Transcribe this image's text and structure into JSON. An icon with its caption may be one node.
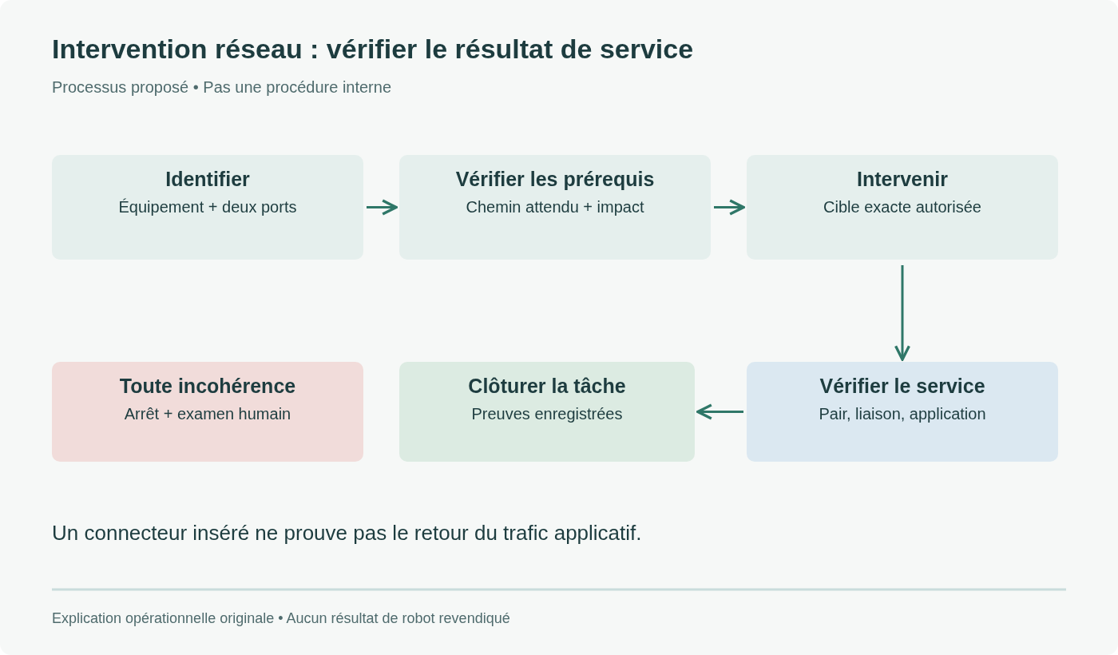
{
  "diagram": {
    "title": "Intervention réseau : vérifier le résultat de service",
    "nodes": [
      {
        "text": [
          "Identifier",
          "Équipement + deux ports"
        ]
      },
      {
        "text": [
          "Vérifier les prérequis",
          "Chemin attendu + impact"
        ]
      },
      {
        "text": [
          "Intervenir",
          "Cible exacte autorisée"
        ]
      },
      {
        "text": [
          "Toute incohérence",
          "Arrêt + examen humain"
        ]
      },
      {
        "text": [
          "Clôturer la tâche",
          "Preuves enregistrées"
        ]
      },
      {
        "text": [
          "Vérifier le service",
          "Pair, liaison, application"
        ]
      }
    ],
    "edges": [
      {
        "from": 0,
        "to": 1,
        "arrow": "to"
      },
      {
        "from": 1,
        "to": 2,
        "arrow": "to"
      },
      {
        "from": 2,
        "to": 5,
        "arrow": "to"
      },
      {
        "from": 5,
        "to": 4,
        "arrow": "to"
      }
    ],
    "labels": [
      "Processus proposé • Pas une procédure interne",
      "Un connecteur inséré ne prouve pas le retour du trafic applicatif.",
      "Explication opérationnelle originale • Aucun résultat de robot revendiqué"
    ]
  }
}
